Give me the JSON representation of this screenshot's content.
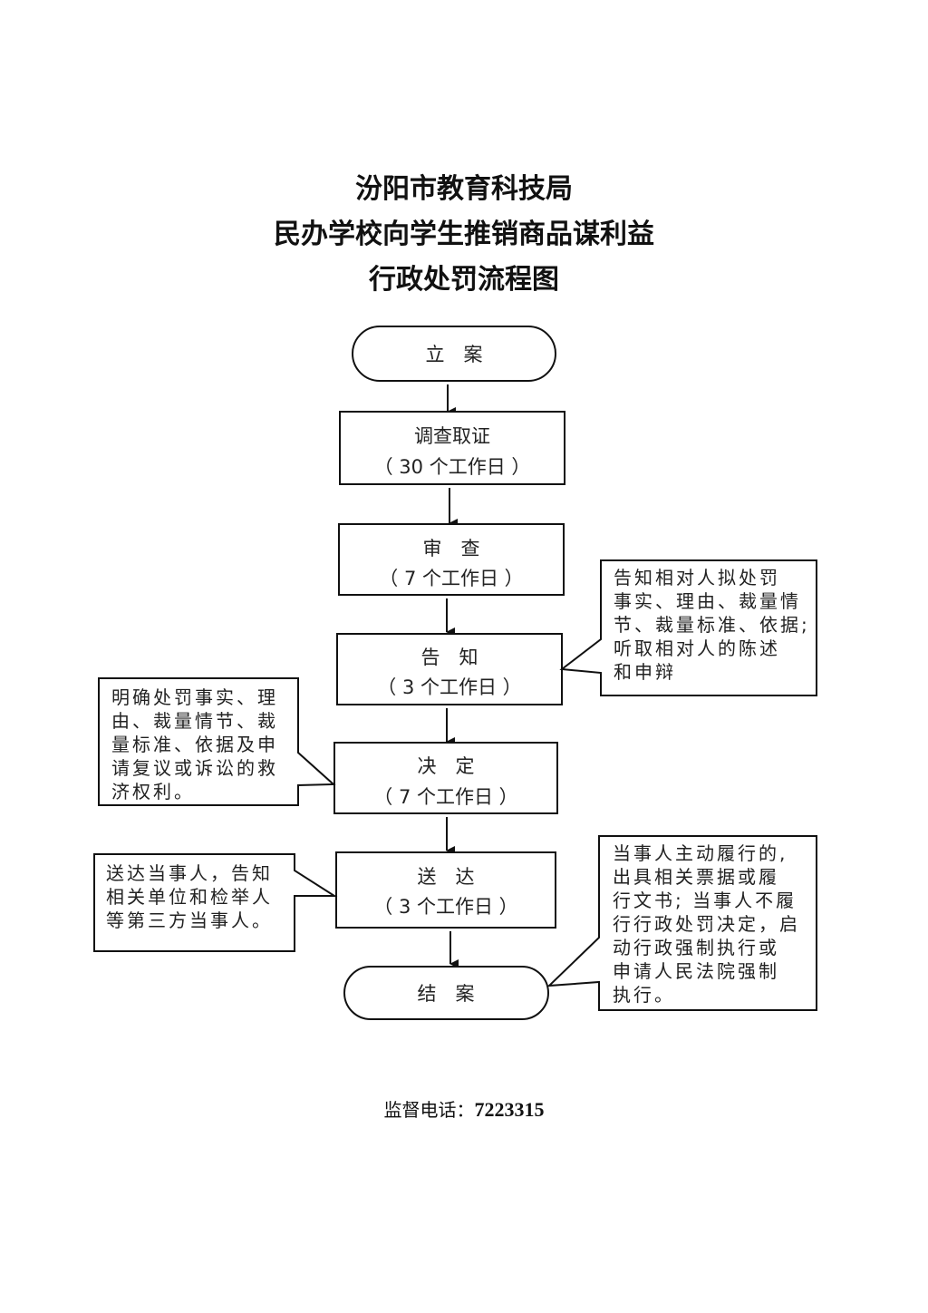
{
  "title": {
    "line1": "汾阳市教育科技局",
    "line2": "民办学校向学生推销商品谋利益",
    "line3": "行政处罚流程图"
  },
  "colors": {
    "stroke": "#111111",
    "text": "#222222",
    "background": "#ffffff"
  },
  "steps": [
    {
      "id": "start",
      "shape": "terminal",
      "label": "立　案",
      "duration": ""
    },
    {
      "id": "investigate",
      "shape": "process",
      "label": "调查取证",
      "duration": "（ 30 个工作日 ）"
    },
    {
      "id": "review",
      "shape": "process",
      "label": "审　查",
      "duration": "（ 7 个工作日 ）"
    },
    {
      "id": "notify",
      "shape": "process",
      "label": "告　知",
      "duration": "（ 3 个工作日 ）"
    },
    {
      "id": "decide",
      "shape": "process",
      "label": "决　定",
      "duration": "（ 7 个工作日 ）"
    },
    {
      "id": "deliver",
      "shape": "process",
      "label": "送　达",
      "duration": "（ 3 个工作日 ）"
    },
    {
      "id": "close",
      "shape": "terminal",
      "label": "结　案",
      "duration": ""
    }
  ],
  "notes": {
    "notify_note": {
      "attached_to": "notify",
      "side": "right",
      "lines": [
        "告知相对人拟处罚",
        "事实、理由、裁量情",
        "节、裁量标准、依据;",
        "听取相对人的陈述",
        "和申辩"
      ]
    },
    "decide_note": {
      "attached_to": "decide",
      "side": "left",
      "lines": [
        "明确处罚事实、理",
        "由、裁量情节、裁",
        "量标准、依据及申",
        "请复议或诉讼的救",
        "济权利。"
      ]
    },
    "deliver_note": {
      "attached_to": "deliver",
      "side": "left",
      "lines": [
        "送达当事人，告知",
        "相关单位和检举人",
        "等第三方当事人。"
      ]
    },
    "close_note": {
      "attached_to": "close",
      "side": "right",
      "lines": [
        "当事人主动履行的,",
        "出具相关票据或履",
        "行文书; 当事人不履",
        "行行政处罚决定，启",
        "动行政强制执行或",
        "申请人民法院强制",
        "执行。"
      ]
    }
  },
  "footer": {
    "label": "监督电话：",
    "phone": "7223315"
  }
}
